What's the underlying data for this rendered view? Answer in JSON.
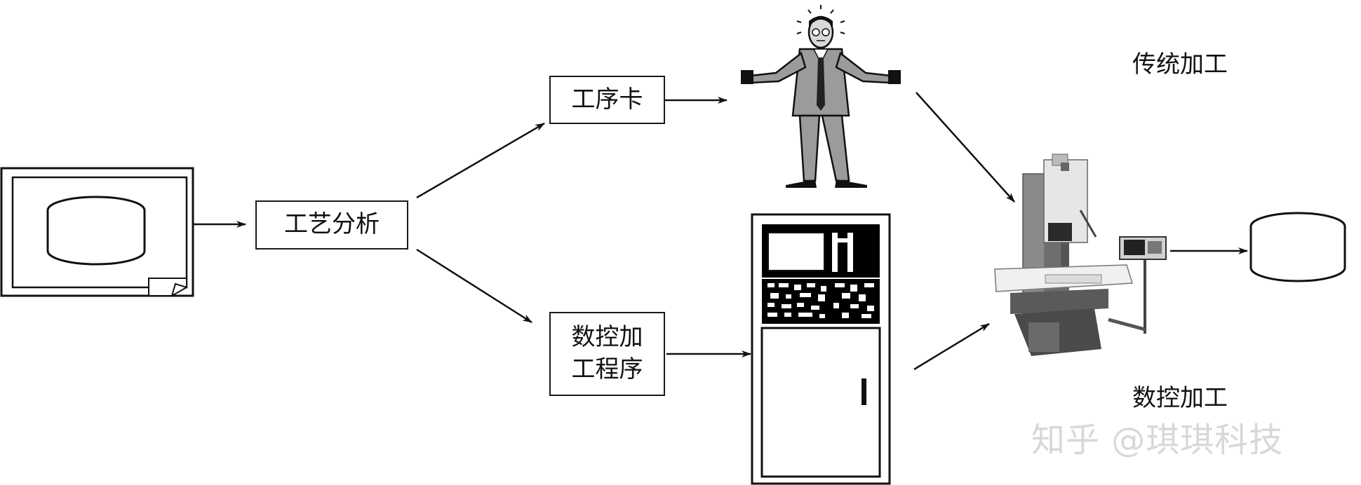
{
  "boxes": {
    "process_analysis": "工艺分析",
    "process_card": "工序卡",
    "nc_program_line1": "数控加",
    "nc_program_line2": "工程序"
  },
  "labels": {
    "traditional": "传统加工",
    "nc_machining": "数控加工"
  },
  "watermark": "知乎 @琪琪科技",
  "icons": [
    "drawing-sheet-icon",
    "person-icon",
    "cnc-controller-cabinet-icon",
    "milling-machine-icon",
    "finished-part-cylinder-icon"
  ]
}
